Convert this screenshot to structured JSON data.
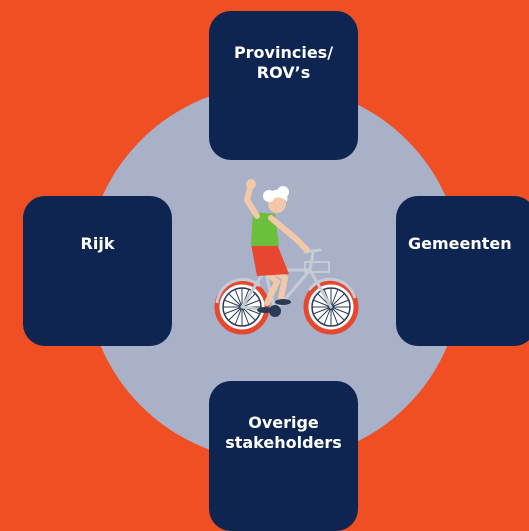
{
  "diagram": {
    "nodes": [
      {
        "id": "top",
        "line1": "Provincies/",
        "line2": "ROV’s"
      },
      {
        "id": "left",
        "line1": "Rijk",
        "line2": ""
      },
      {
        "id": "right",
        "line1": "Gemeenten",
        "line2": ""
      },
      {
        "id": "bottom",
        "line1": "Overige",
        "line2": "stakeholders"
      }
    ]
  },
  "colors": {
    "background": "#f04e23",
    "ring": "#a9b1c9",
    "box": "#0f2551",
    "box_text": "#ffffff"
  },
  "center_icon": "cyclist-illustration"
}
